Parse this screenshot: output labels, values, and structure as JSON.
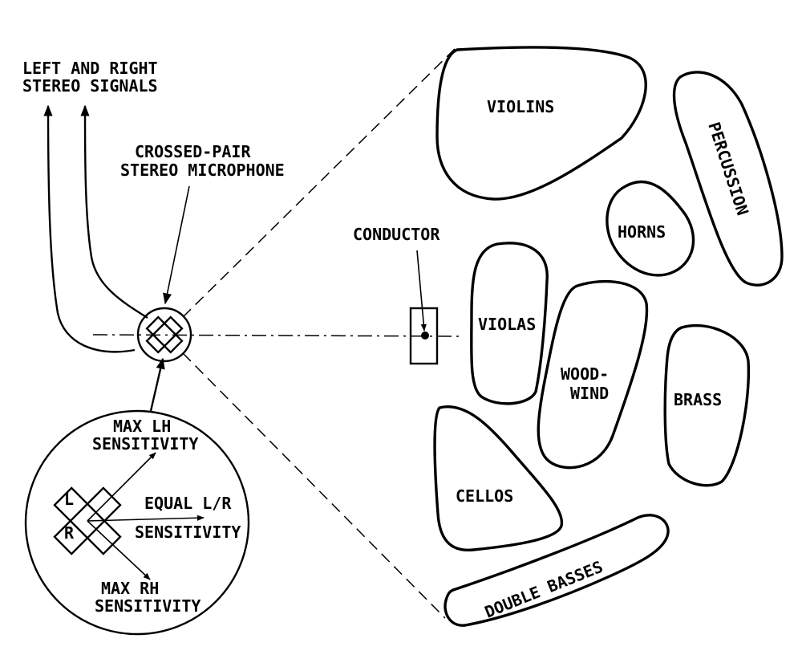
{
  "labels": {
    "stereo_signals_line1": "LEFT AND RIGHT",
    "stereo_signals_line2": "STEREO SIGNALS",
    "mic_line1": "CROSSED-PAIR",
    "mic_line2": "STEREO MICROPHONE",
    "conductor": "CONDUCTOR",
    "max_lh_line1": "MAX LH",
    "max_lh_line2": "SENSITIVITY",
    "equal_line1": "EQUAL L/R",
    "equal_line2": "SENSITIVITY",
    "max_rh_line1": "MAX RH",
    "max_rh_line2": "SENSITIVITY",
    "capsule_l": "L",
    "capsule_r": "R"
  },
  "sections": {
    "violins": "VIOLINS",
    "percussion": "PERCUSSION",
    "horns": "HORNS",
    "violas": "VIOLAS",
    "woodwind_line1": "WOOD-",
    "woodwind_line2": "WIND",
    "brass": "BRASS",
    "cellos": "CELLOS",
    "double_basses": "DOUBLE BASSES"
  }
}
